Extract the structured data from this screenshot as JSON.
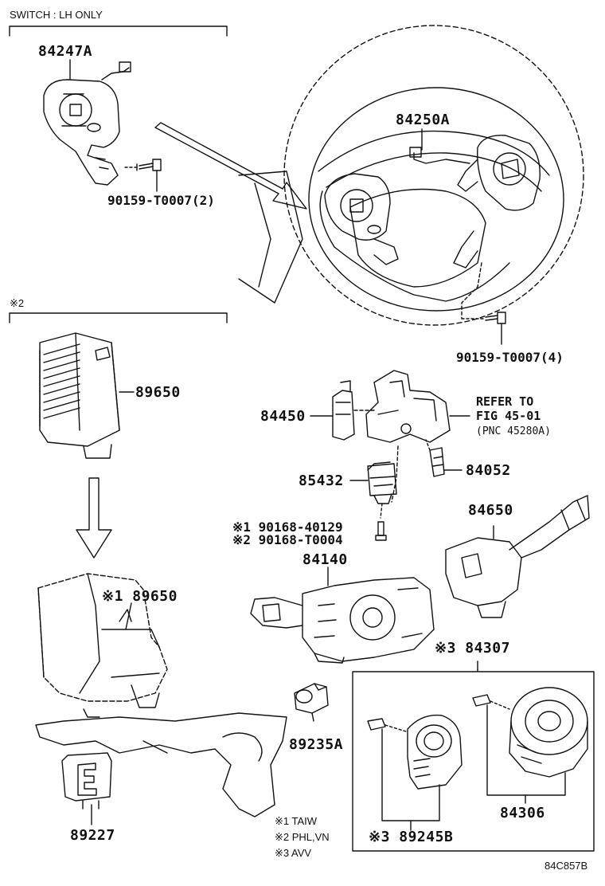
{
  "header": {
    "switch_note": "SWITCH : LH ONLY",
    "note2_marker": "※2"
  },
  "parts": {
    "p84247A": "84247A",
    "p84250A": "84250A",
    "screw_lh": "90159-T0007(2)",
    "screw_main": "90159-T0007(4)",
    "p89650_top": "89650",
    "p84450": "84450",
    "refer_line1": "REFER TO",
    "refer_line2": "FIG 45-01",
    "refer_line3": "(PNC 45280A)",
    "p85432": "85432",
    "p84052": "84052",
    "bolt1": "※1 90168-40129",
    "bolt2": "※2 90168-T0004",
    "p84650": "84650",
    "p84140": "84140",
    "p89650_bottom": "※1 89650",
    "p84307": "※3 84307",
    "p89235A": "89235A",
    "p89227": "89227",
    "p89245B": "※3 89245B",
    "p84306": "84306"
  },
  "legend": {
    "l1": "※1 TAIW",
    "l2": "※2 PHL,VN",
    "l3": "※3 AVV"
  },
  "footer": {
    "code": "84C857B"
  }
}
